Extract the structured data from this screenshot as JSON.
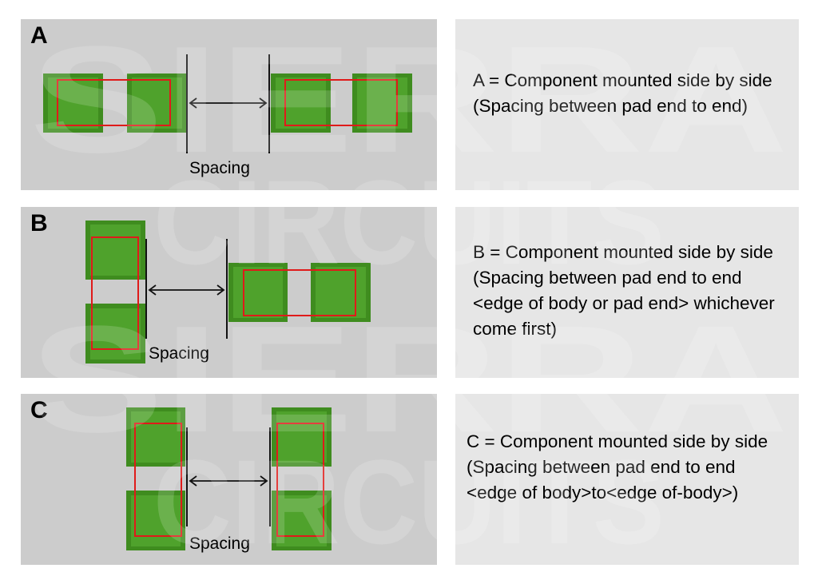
{
  "colors": {
    "panel": "#cccccc",
    "description_panel": "#e6e6e6",
    "pad_outer": "#3f8c1f",
    "pad_inner": "#4fa22c",
    "body_outline": "#e01a1a",
    "line": "#111111"
  },
  "watermark": {
    "lines": [
      "SIERRA",
      "CIRCUITS",
      "SIERRA",
      "CIRCUITS"
    ]
  },
  "panels": [
    {
      "letter": "A",
      "spacing_label": "Spacing",
      "description": "A = Component mounted side by side (Spacing between pad end to end)"
    },
    {
      "letter": "B",
      "spacing_label": "Spacing",
      "description": "B = Component mounted side by side (Spacing between pad end to end <edge of body or pad end> whichever come first)"
    },
    {
      "letter": "C",
      "spacing_label": "Spacing",
      "description": "C = Component mounted side by side (Spacing between pad end to end <edge of body>to<edge of-body>)"
    }
  ]
}
